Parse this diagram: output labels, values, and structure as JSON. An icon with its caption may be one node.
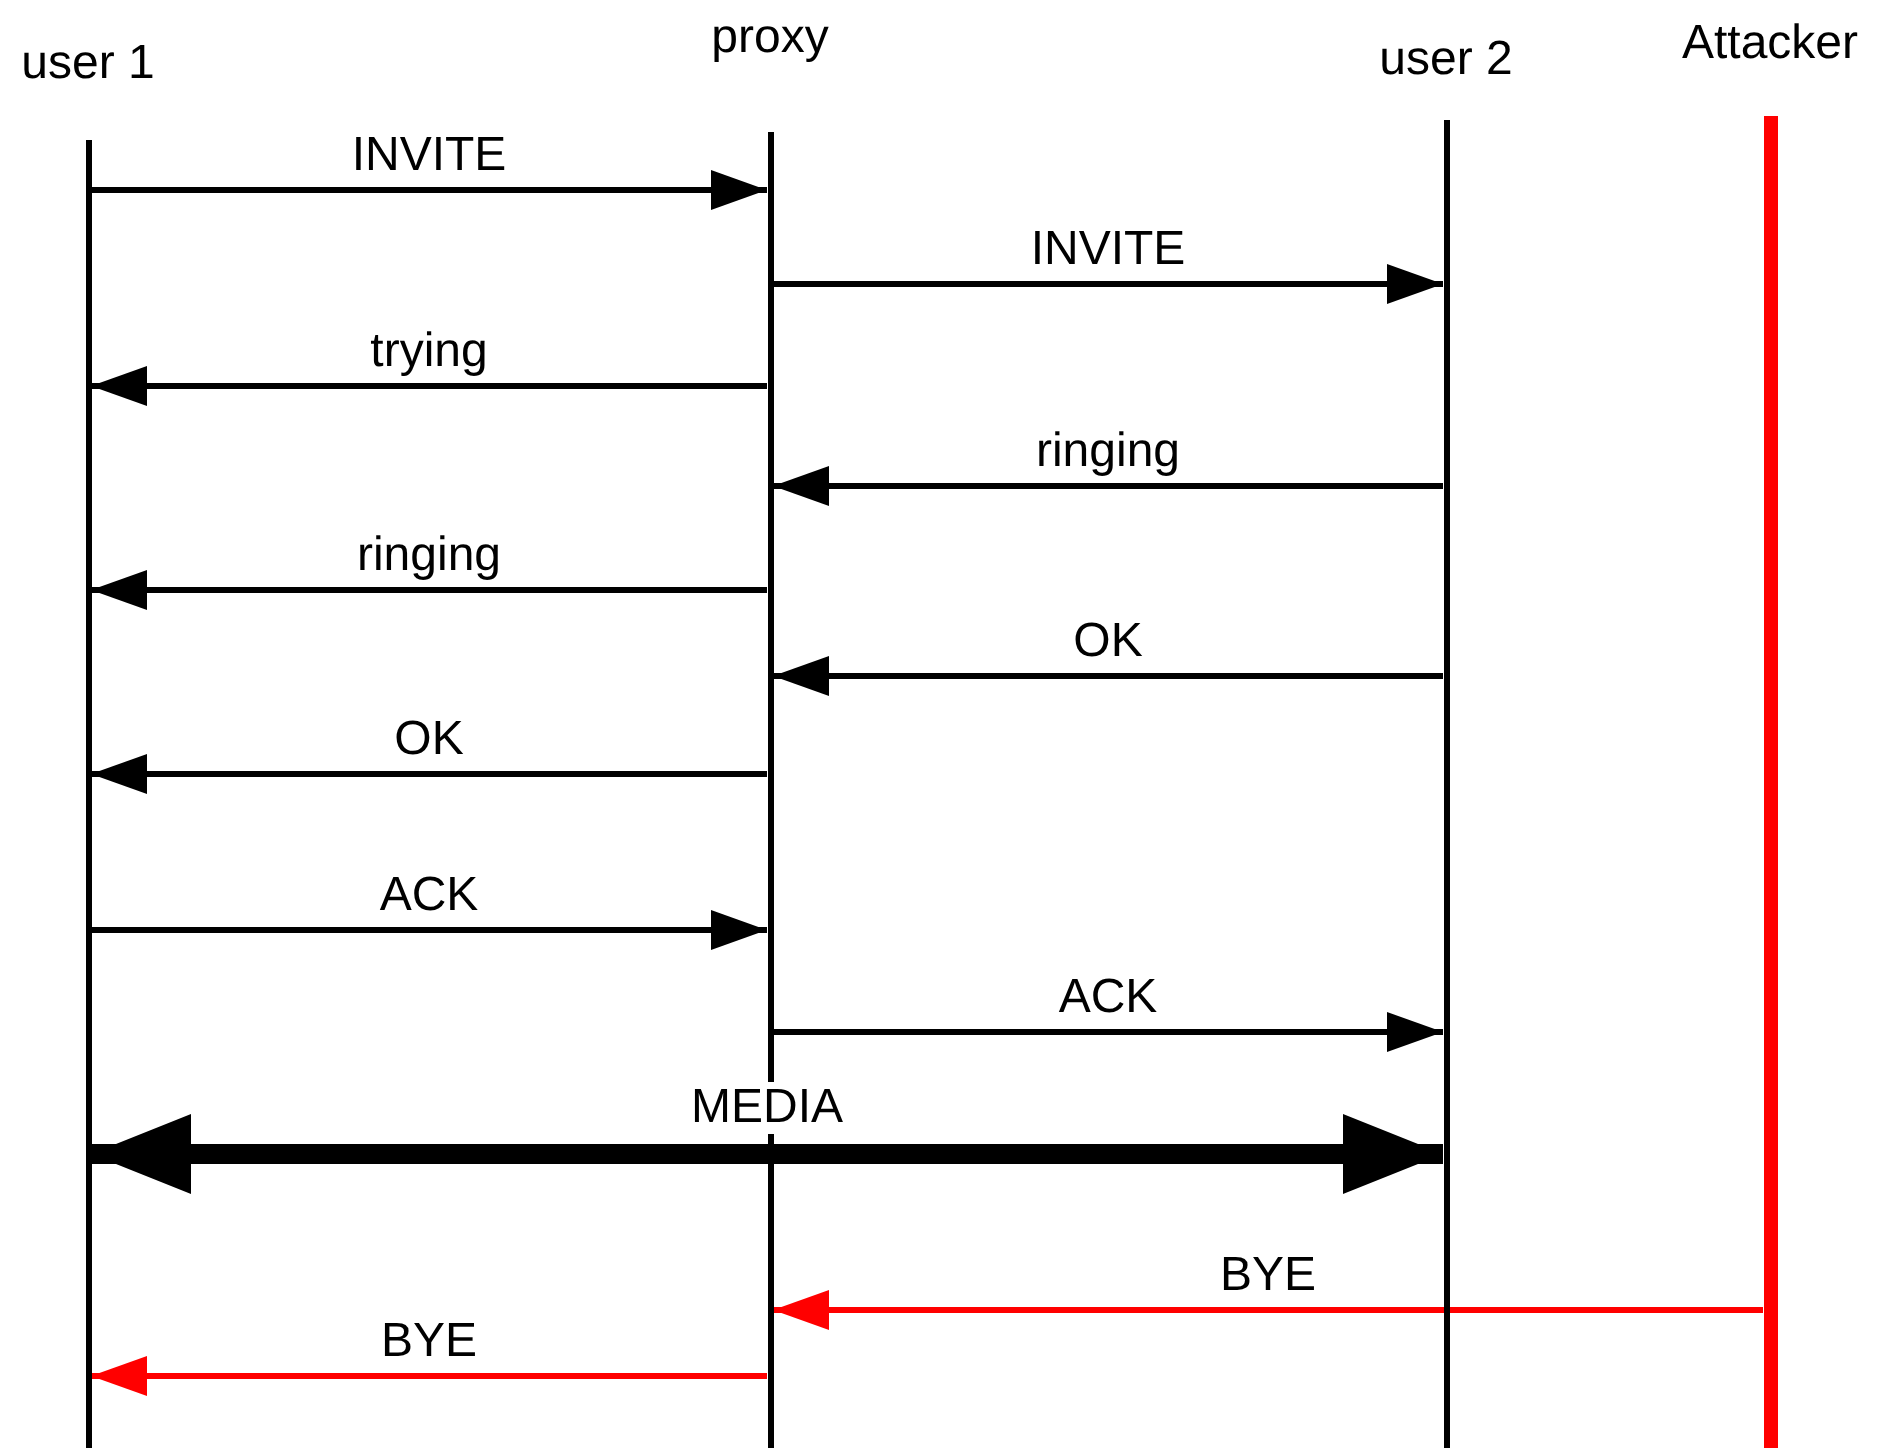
{
  "diagram": {
    "nodes": [
      {
        "text": [
          "user 1"
        ]
      },
      {
        "text": [
          "proxy"
        ]
      },
      {
        "text": [
          "user 2"
        ]
      },
      {
        "text": [
          "Attacker"
        ]
      }
    ],
    "edges": [
      {
        "from": 0,
        "to": 1,
        "arrow": "to",
        "label": "INVITE"
      },
      {
        "from": 1,
        "to": 2,
        "arrow": "to",
        "label": "INVITE"
      },
      {
        "from": 1,
        "to": 0,
        "arrow": "to",
        "label": "trying"
      },
      {
        "from": 2,
        "to": 1,
        "arrow": "to",
        "label": "ringing"
      },
      {
        "from": 1,
        "to": 0,
        "arrow": "to",
        "label": "ringing"
      },
      {
        "from": 2,
        "to": 1,
        "arrow": "to",
        "label": "OK"
      },
      {
        "from": 1,
        "to": 0,
        "arrow": "to",
        "label": "OK"
      },
      {
        "from": 0,
        "to": 1,
        "arrow": "to",
        "label": "ACK"
      },
      {
        "from": 1,
        "to": 2,
        "arrow": "to",
        "label": "ACK"
      },
      {
        "from": 0,
        "to": 2,
        "arrow": "both",
        "label": "MEDIA",
        "style": "thick"
      },
      {
        "from": 3,
        "to": 1,
        "arrow": "to",
        "label": "BYE",
        "color": "#ff0000"
      },
      {
        "from": 1,
        "to": 0,
        "arrow": "to",
        "label": "BYE",
        "color": "#ff0000"
      }
    ]
  }
}
